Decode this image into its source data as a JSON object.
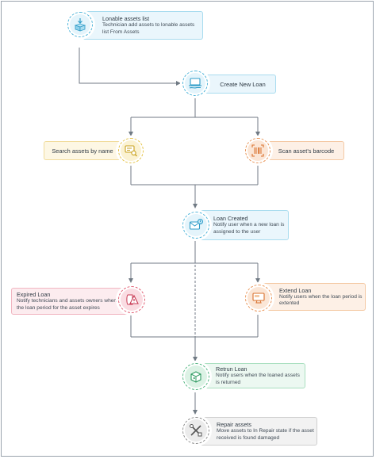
{
  "colors": {
    "connector": "#707a84",
    "blue_fill": "#eaf6fc",
    "blue_border": "#a9dcef",
    "blue_ring": "#4bb3d9",
    "yellow_fill": "#fdf7e4",
    "yellow_border": "#f1dc9c",
    "yellow_ring": "#e5c244",
    "orange_fill": "#fdf0e6",
    "orange_border": "#f4c9a4",
    "orange_ring": "#e99354",
    "pink_fill": "#fcecef",
    "pink_border": "#f1b6c1",
    "pink_ring": "#e0576d",
    "green_fill": "#ecf8f1",
    "green_border": "#a9dfbf",
    "green_ring": "#4cb37d",
    "gray_fill": "#f2f2f2",
    "gray_border": "#d0d0d0",
    "gray_ring": "#8a8a8a"
  },
  "steps": {
    "lonable": {
      "icon": "box-download-icon",
      "title": "Lonable assets list",
      "description": "Technician add assets to lonable assets list From Assets"
    },
    "create_loan": {
      "icon": "laptop-hand-icon",
      "title": "Create New Loan"
    },
    "search_assets": {
      "icon": "monitor-search-icon",
      "title": "Search assets by name"
    },
    "scan_barcode": {
      "icon": "barcode-scan-icon",
      "title": "Scan asset's barcode"
    },
    "loan_created": {
      "icon": "envelope-notify-icon",
      "title": "Loan Created",
      "description": "Notify user when a new loan is assigned to the user"
    },
    "expired_loan": {
      "icon": "warning-shield-icon",
      "title": "Expired Loan",
      "description": "Notify technicians and assets owners when the loan period for the asset expires"
    },
    "extend_loan": {
      "icon": "monitor-extend-icon",
      "title": "Extend Loan",
      "description": "Notify users when the loan period is extented"
    },
    "return_loan": {
      "icon": "box-return-icon",
      "title": "Retrun Loan",
      "description": "Notify users when the loaned assets is returned"
    },
    "repair_assets": {
      "icon": "tools-repair-icon",
      "title": "Repair assets",
      "description": "Move assets to In Repair state if the asset received is found damaged"
    }
  }
}
